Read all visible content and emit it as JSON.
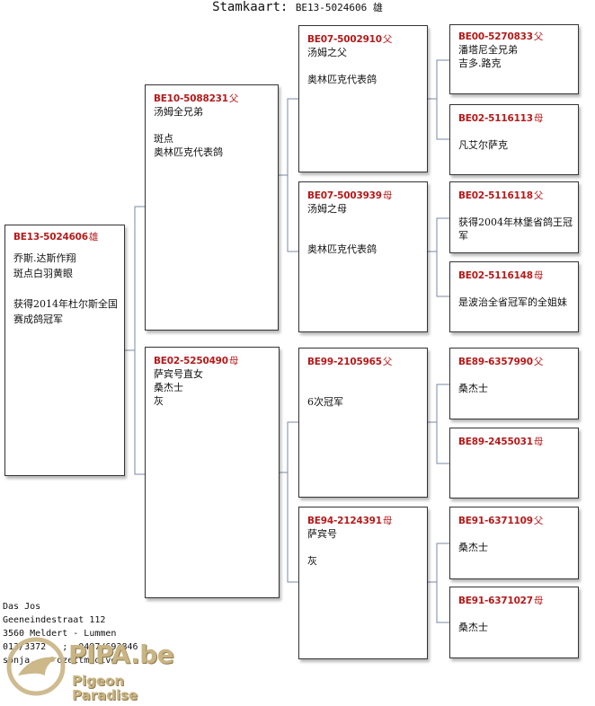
{
  "header": {
    "label": "Stamkaart:",
    "ring": "BE13-5024606 雄"
  },
  "pigeons": {
    "subject": {
      "ring": "BE13-5024606",
      "sex": "雄",
      "info": "乔斯.达斯作翔\n斑点白羽黄眼\n\n获得2014年杜尔斯全国赛成鸽冠军"
    },
    "father": {
      "ring": "BE10-5088231",
      "sex": "父",
      "info": "汤姆全兄弟\n\n斑点\n奥林匹克代表鸽"
    },
    "mother": {
      "ring": "BE02-5250490",
      "sex": "母",
      "info": "萨宾号直女\n桑杰士\n灰"
    },
    "ff": {
      "ring": "BE07-5002910",
      "sex": "父",
      "info": "汤姆之父\n\n奥林匹克代表鸽"
    },
    "fm": {
      "ring": "BE07-5003939",
      "sex": "母",
      "info": "汤姆之母\n\n\n奥林匹克代表鸽"
    },
    "mf": {
      "ring": "BE99-2105965",
      "sex": "父",
      "info": "\n\n6次冠军"
    },
    "mm": {
      "ring": "BE94-2124391",
      "sex": "母",
      "info": "萨宾号\n\n灰"
    },
    "fff": {
      "ring": "BE00-5270833",
      "sex": "父",
      "info": "潘塔尼全兄弟\n吉多.路克"
    },
    "ffm": {
      "ring": "BE02-5116113",
      "sex": "母",
      "info": "\n凡艾尔萨克"
    },
    "fmf": {
      "ring": "BE02-5116118",
      "sex": "父",
      "info": "\n获得2004年林堡省鸽王冠军"
    },
    "fmm": {
      "ring": "BE02-5116148",
      "sex": "母",
      "info": "\n是波治全省冠军的全姐妹"
    },
    "mff": {
      "ring": "BE89-6357990",
      "sex": "父",
      "info": "\n桑杰士"
    },
    "mfm": {
      "ring": "BE89-2455031",
      "sex": "母",
      "info": ""
    },
    "mmf": {
      "ring": "BE91-6371109",
      "sex": "父",
      "info": "\n桑杰士"
    },
    "mmm": {
      "ring": "BE91-6371027",
      "sex": "母",
      "info": "\n桑杰士"
    }
  },
  "owner": {
    "name": "Das Jos",
    "street": "Geeneindestraat 112",
    "city": "3560 Meldert - Lummen",
    "phone": "013/3372   ;  0497/693846",
    "email": "sonja.    ozettmaoive"
  },
  "logo": {
    "text": "PIPA.be",
    "subtitle": "Pigeon Paradise"
  },
  "colors": {
    "ring": "#b51a1a",
    "border": "#333333",
    "logo": "#c9b483"
  }
}
